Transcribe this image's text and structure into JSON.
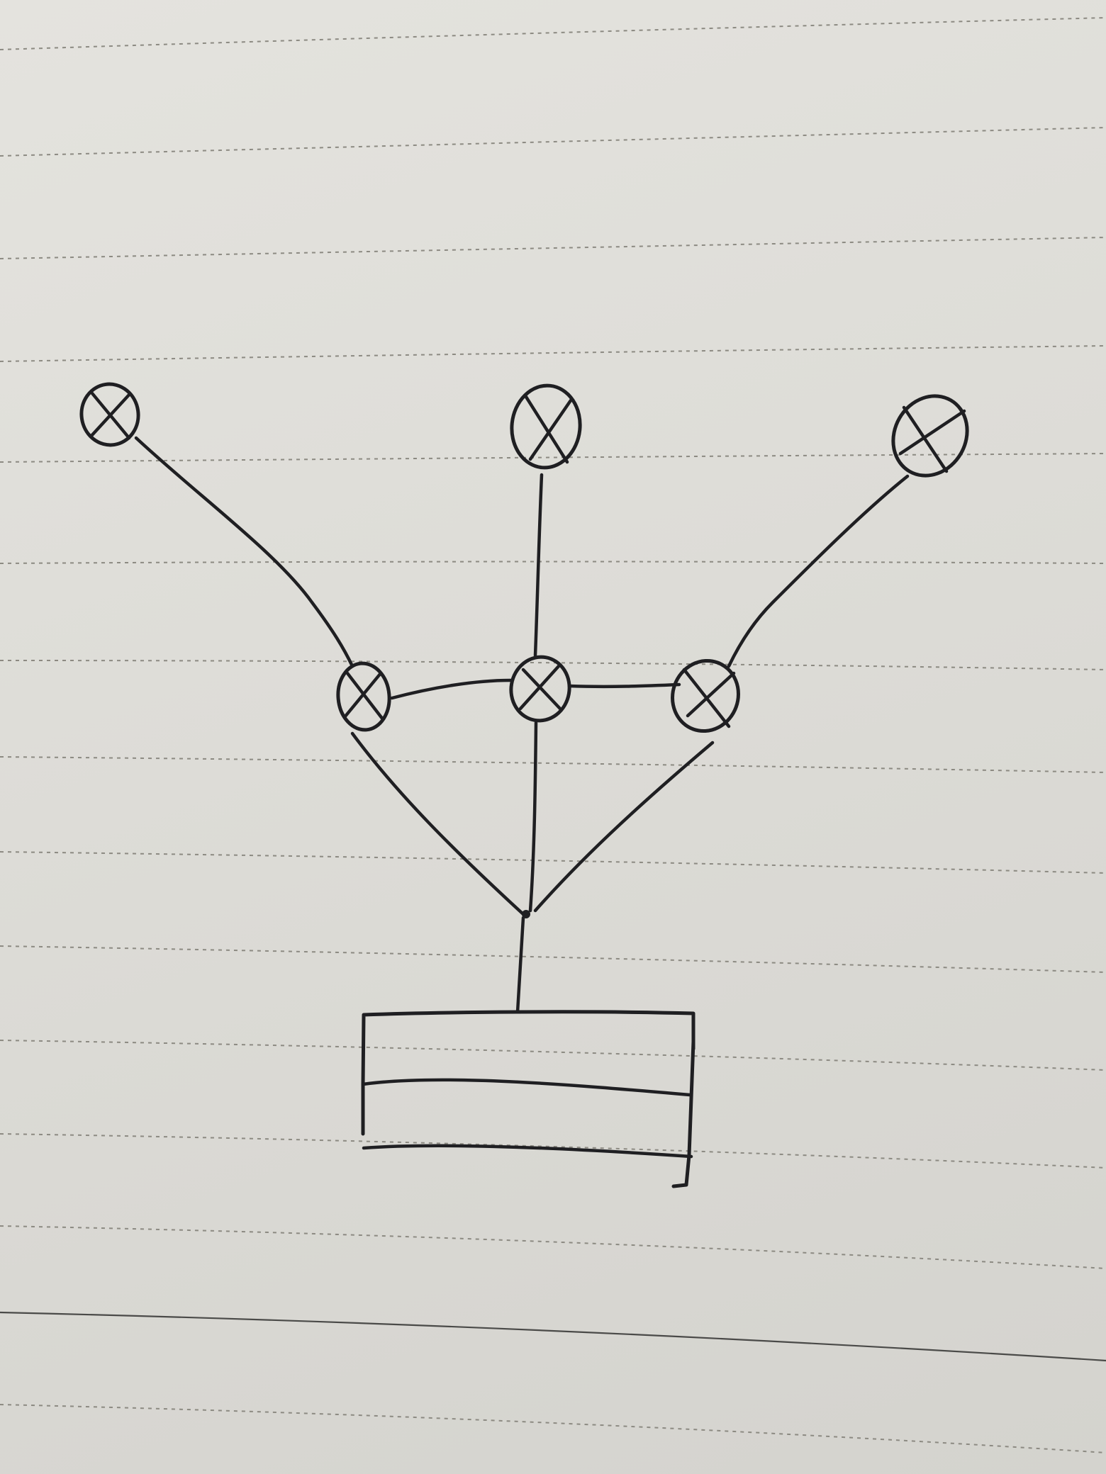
{
  "sheet": {
    "type": "ruled-notebook-paper",
    "paper_color": "#dddcd7",
    "rule_color": "#8c8a82",
    "ink_color": "#1f1f22"
  },
  "diagram": {
    "style": "hand-drawn",
    "nodes": [
      {
        "id": "lamp-top-left",
        "shape": "circle-with-x"
      },
      {
        "id": "lamp-top-center",
        "shape": "circle-with-x"
      },
      {
        "id": "lamp-top-right",
        "shape": "circle-with-x"
      },
      {
        "id": "lamp-mid-left",
        "shape": "circle-with-x"
      },
      {
        "id": "lamp-mid-center",
        "shape": "circle-with-x"
      },
      {
        "id": "lamp-mid-right",
        "shape": "circle-with-x"
      },
      {
        "id": "junction",
        "shape": "dot"
      },
      {
        "id": "base-box",
        "shape": "rectangle-with-two-stripes"
      }
    ],
    "connections": [
      {
        "from": "lamp-top-left",
        "to": "lamp-mid-left"
      },
      {
        "from": "lamp-top-center",
        "to": "lamp-mid-center"
      },
      {
        "from": "lamp-top-right",
        "to": "lamp-mid-right"
      },
      {
        "from": "lamp-mid-left",
        "to": "lamp-mid-center"
      },
      {
        "from": "lamp-mid-center",
        "to": "lamp-mid-right"
      },
      {
        "from": "lamp-mid-left",
        "to": "junction"
      },
      {
        "from": "lamp-mid-center",
        "to": "junction"
      },
      {
        "from": "lamp-mid-right",
        "to": "junction"
      },
      {
        "from": "junction",
        "to": "base-box"
      }
    ]
  }
}
